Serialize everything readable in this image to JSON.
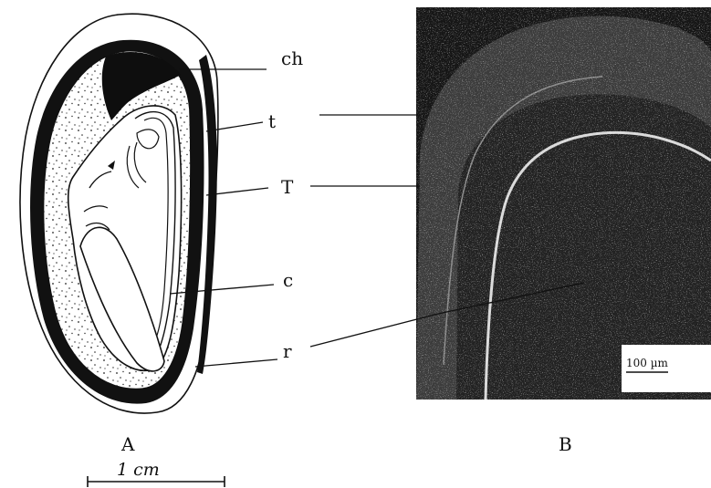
{
  "labels": {
    "ch": "ch",
    "t": "t",
    "T": "T",
    "c": "c",
    "r": "r"
  },
  "panels": {
    "a": "A",
    "b": "B"
  },
  "scale_bars": {
    "drawing": "1 cm",
    "micrograph": "100 µm"
  }
}
